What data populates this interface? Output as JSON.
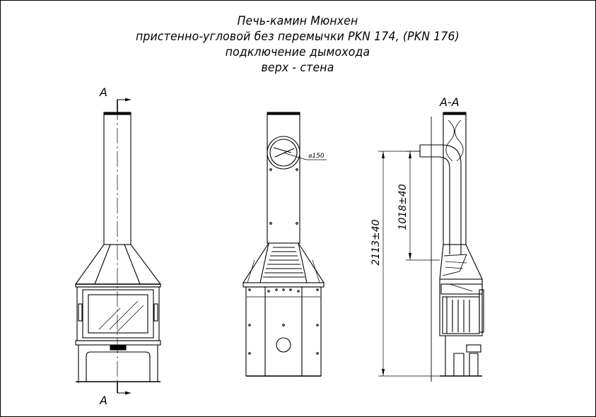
{
  "title": {
    "line1": "Печь-камин Мюнхен",
    "line2": "пристенно-угловой без перемычки PKN 174, (PKN 176)",
    "line3": "подключение дымохода",
    "line4": "верх - стена"
  },
  "section_marks": {
    "top": "А",
    "bottom": "А",
    "section_label": "А-А"
  },
  "dimensions": {
    "diameter": "⌀150",
    "total_height": "2113±40",
    "outlet_height": "1018±40"
  }
}
